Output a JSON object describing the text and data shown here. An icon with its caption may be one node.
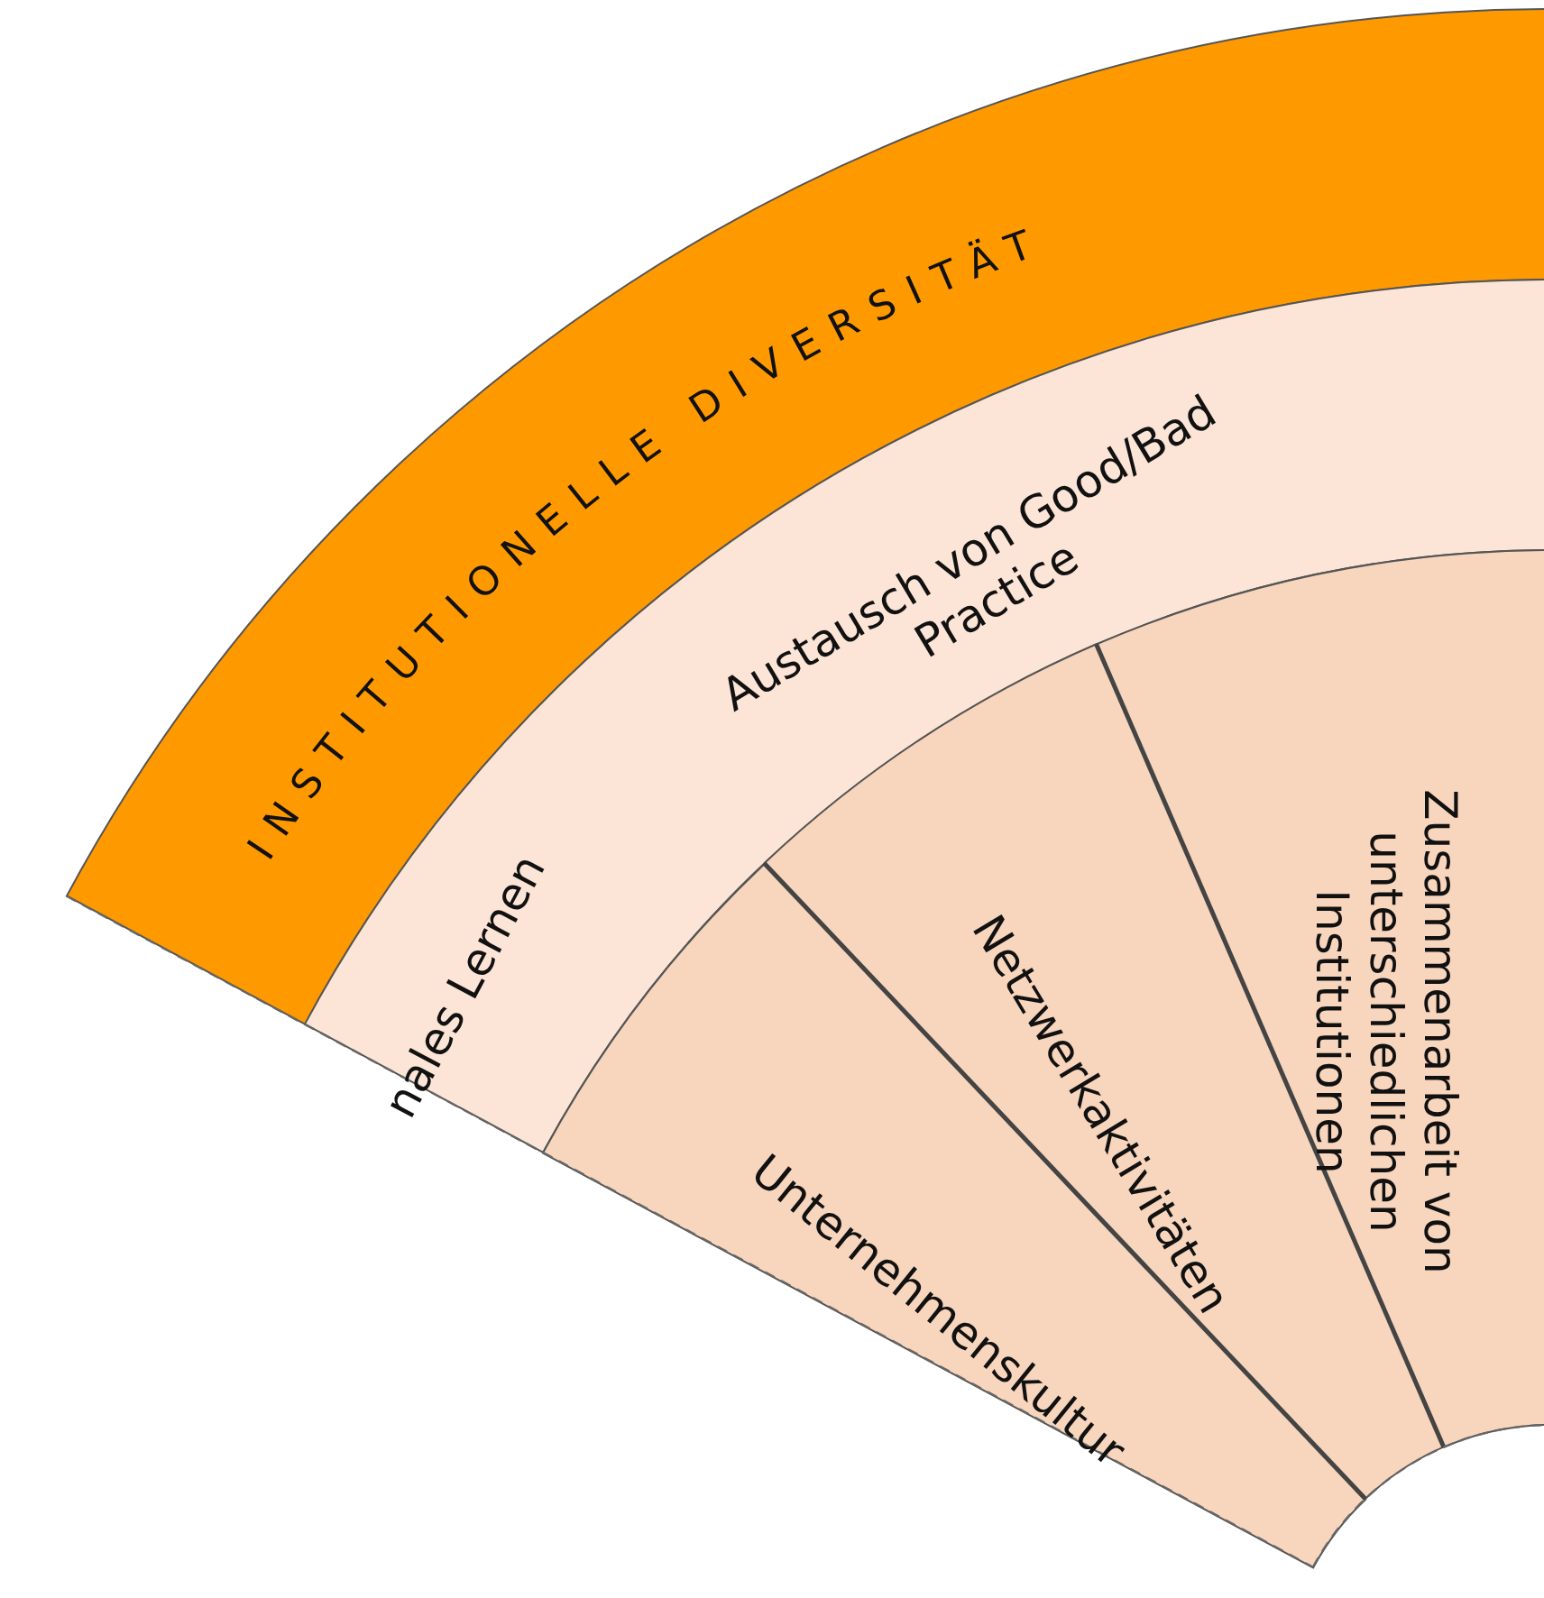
{
  "diagram": {
    "nodes": [
      {
        "text": [
          "INSTITUTIONELLE DIVERSITÄT"
        ]
      },
      {
        "text": [
          "Austausch von Good/Bad Practice",
          "nales Lernen"
        ]
      },
      {
        "text": [
          "Unternehmenskultur"
        ]
      },
      {
        "text": [
          "Netzwerkaktivitäten"
        ]
      },
      {
        "text": [
          "Zusammenarbeit von unterschiedlichen Institutionen"
        ]
      }
    ]
  }
}
